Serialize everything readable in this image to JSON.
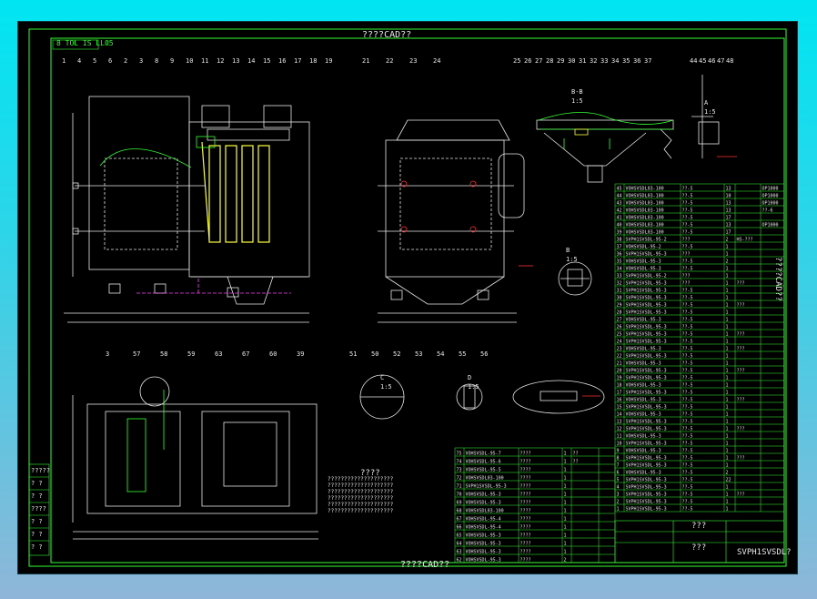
{
  "header": {
    "watermark_top": "????CAD??",
    "watermark_bottom": "????CAD??",
    "tag_topleft": "8 TOL IS LL05"
  },
  "side_watermark": "????CAD??",
  "view_title": "????",
  "balloons_top_left": [
    "1",
    "4",
    "5",
    "6",
    "2",
    "3",
    "8",
    "9",
    "10",
    "11",
    "12",
    "13",
    "14",
    "15",
    "16",
    "17",
    "18",
    "19"
  ],
  "balloons_top_mid": [
    "21",
    "22",
    "23",
    "24"
  ],
  "balloons_top_right": [
    "25",
    "26",
    "27",
    "28",
    "29",
    "30",
    "31",
    "32",
    "33",
    "34",
    "35",
    "36",
    "37"
  ],
  "balloons_far_right": [
    "44",
    "45",
    "46",
    "47",
    "48"
  ],
  "balloons_bottom_left": [
    "3",
    "57",
    "58",
    "59",
    "63",
    "67",
    "60",
    "39"
  ],
  "balloons_details": [
    "51",
    "50",
    "52",
    "53",
    "54",
    "55",
    "56"
  ],
  "section_marks": [
    "B-B",
    "1:5",
    "A",
    "1:5",
    "B",
    "1:5",
    "C",
    "1:5",
    "D",
    "1:5"
  ],
  "table_right": {
    "rows": [
      [
        "45",
        "VOHSVSDL03-100",
        "??-5",
        "13",
        "",
        "OP1000"
      ],
      [
        "44",
        "VOHSVSDL03-100",
        "??-5",
        "10",
        "",
        "OP1000"
      ],
      [
        "43",
        "VOHSVSDL03-100",
        "??-5",
        "13",
        "",
        "OP1000"
      ],
      [
        "42",
        "VOHSVSDL03-100",
        "??-5",
        "13",
        "",
        "??-6"
      ],
      [
        "41",
        "VOHSVSDL03-100",
        "??-5",
        "17",
        "",
        ""
      ],
      [
        "40",
        "VOHSVSDL03-100",
        "??-5",
        "13",
        "",
        "OP1000"
      ],
      [
        "39",
        "VOHSVSDL03-100",
        "??-5",
        "17",
        "",
        ""
      ],
      [
        "38",
        "SVPH1SVSDL-95-2",
        "???",
        "2",
        "HS-???",
        ""
      ],
      [
        "37",
        "VOHSVSDL-95-2",
        "??-5",
        "1",
        "",
        ""
      ],
      [
        "36",
        "SVPH1SVSDL-95-3",
        "???",
        "1",
        "",
        ""
      ],
      [
        "35",
        "VOHSVSDL-95-3",
        "??-5",
        "2",
        "",
        ""
      ],
      [
        "34",
        "VOHSVSDL-95-3",
        "??-5",
        "1",
        "",
        ""
      ],
      [
        "33",
        "SVPH1SVSDL-95-2",
        "???",
        "1",
        "",
        ""
      ],
      [
        "32",
        "SVPH1SVSDL-95-3",
        "???",
        "1",
        "???",
        ""
      ],
      [
        "31",
        "SVPH1SVSDL-95-3",
        "??-5",
        "1",
        "",
        ""
      ],
      [
        "30",
        "SVPH1SVSDL-95-3",
        "??-5",
        "1",
        "",
        ""
      ],
      [
        "29",
        "SVPH1SVSDL-95-3",
        "??-5",
        "1",
        "???",
        ""
      ],
      [
        "28",
        "SVPH1SVSDL-95-3",
        "??-5",
        "1",
        "",
        ""
      ],
      [
        "27",
        "VOHSVSDL-95-3",
        "??-5",
        "1",
        "",
        ""
      ],
      [
        "26",
        "SVPH1SVSDL-95-3",
        "??-5",
        "1",
        "",
        ""
      ],
      [
        "25",
        "SVPH1SVSDL-95-3",
        "??-5",
        "1",
        "???",
        ""
      ],
      [
        "24",
        "SVPH1SVSDL-95-3",
        "??-5",
        "1",
        "",
        ""
      ],
      [
        "23",
        "VOHSVSDL-95-3",
        "??-5",
        "1",
        "???",
        ""
      ],
      [
        "22",
        "SVPH1SVSDL-95-3",
        "??-5",
        "1",
        "",
        ""
      ],
      [
        "21",
        "VOHSVSDL-95-3",
        "??-5",
        "1",
        "",
        ""
      ],
      [
        "20",
        "SVPH1SVSDL-95-3",
        "??-5",
        "1",
        "???",
        ""
      ],
      [
        "19",
        "SVPH1SVSDL-95-3",
        "??-5",
        "1",
        "",
        ""
      ],
      [
        "18",
        "VOHSVSDL-95-3",
        "??-5",
        "1",
        "",
        ""
      ],
      [
        "17",
        "SVPH1SVSDL-95-3",
        "??-5",
        "1",
        "",
        ""
      ],
      [
        "16",
        "VOHSVSDL-95-3",
        "??-5",
        "1",
        "???",
        ""
      ],
      [
        "15",
        "SVPH1SVSDL-95-3",
        "??-5",
        "1",
        "",
        ""
      ],
      [
        "14",
        "VOHSVSDL-95-3",
        "??-5",
        "1",
        "",
        ""
      ],
      [
        "13",
        "SVPH1SVSDL-95-3",
        "??-5",
        "1",
        "",
        ""
      ],
      [
        "12",
        "SVPH1SVSDL-95-3",
        "??-5",
        "1",
        "???",
        ""
      ],
      [
        "11",
        "VOHSVSDL-95-3",
        "??-5",
        "1",
        "",
        ""
      ],
      [
        "10",
        "SVPH1SVSDL-95-3",
        "??-5",
        "1",
        "",
        ""
      ],
      [
        "9",
        "VOHSVSDL-95-3",
        "??-5",
        "1",
        "",
        ""
      ],
      [
        "8",
        "SVPH1SVSDL-95-3",
        "??-5",
        "1",
        "???",
        ""
      ],
      [
        "7",
        "SVPH1SVSDL-95-3",
        "??-5",
        "1",
        "",
        ""
      ],
      [
        "6",
        "VOHSVSDL-95-3",
        "??-5",
        "2",
        "",
        ""
      ],
      [
        "5",
        "SVPH1SVSDL-95-3",
        "??-5",
        "22",
        "",
        ""
      ],
      [
        "4",
        "SVPH1SVSDL-95-3",
        "??-5",
        "1",
        "",
        ""
      ],
      [
        "3",
        "SVPH1SVSDL-95-3",
        "??-5",
        "1",
        "???",
        ""
      ],
      [
        "2",
        "SVPH1SVSDL-95-3",
        "??-5",
        "1",
        "",
        ""
      ],
      [
        "1",
        "SVPH1SVSDL-95-3",
        "??-5",
        "1",
        "",
        ""
      ]
    ]
  },
  "table_bottom": {
    "rows": [
      [
        "75",
        "VOHSVSDL-95-7",
        "????",
        "1",
        "??",
        ""
      ],
      [
        "74",
        "VOHSVSDL-95-6",
        "????",
        "1",
        "??",
        ""
      ],
      [
        "73",
        "VOHSVSDL-95-5",
        "????",
        "1",
        "",
        ""
      ],
      [
        "72",
        "VOHSVSDL03-100",
        "????",
        "1",
        "",
        ""
      ],
      [
        "71",
        "SVPH1SVSDL-95-3",
        "????",
        "1",
        "",
        ""
      ],
      [
        "70",
        "VOHSVSDL-95-3",
        "????",
        "1",
        "",
        ""
      ],
      [
        "69",
        "VOHSVSDL-95-3",
        "????",
        "1",
        "",
        ""
      ],
      [
        "68",
        "VOHSVSDL03-100",
        "????",
        "1",
        "",
        ""
      ],
      [
        "67",
        "VOHSVSDL-95-4",
        "????",
        "1",
        "",
        ""
      ],
      [
        "66",
        "VOHSVSDL-95-4",
        "????",
        "1",
        "",
        ""
      ],
      [
        "65",
        "VOHSVSDL-95-3",
        "????",
        "1",
        "",
        ""
      ],
      [
        "64",
        "VOHSVSDL-95-3",
        "????",
        "1",
        "",
        ""
      ],
      [
        "63",
        "VOHSVSDL-95-3",
        "????",
        "1",
        "",
        ""
      ],
      [
        "62",
        "VOHSVSDL-95-3",
        "????",
        "2",
        "",
        ""
      ]
    ]
  },
  "title_block": {
    "name": "???",
    "code": "SVPH1SVSDL?",
    "scale": "???"
  },
  "left_block": {
    "rows": [
      "?????",
      "? ?",
      "? ?",
      "????",
      "? ?",
      "? ?",
      "? ?"
    ]
  },
  "notes": [
    "????????????????????",
    "????????????????????",
    "????????????????????",
    "????????????????????",
    "????????????????????",
    "????????????????????"
  ],
  "colors": {
    "bg": "#000000",
    "line": "#e8e8e8",
    "green": "#35ff35",
    "yellow": "#ffff40",
    "magenta": "#ff40ff",
    "red": "#ff3030",
    "cyan": "#00e5f2"
  }
}
